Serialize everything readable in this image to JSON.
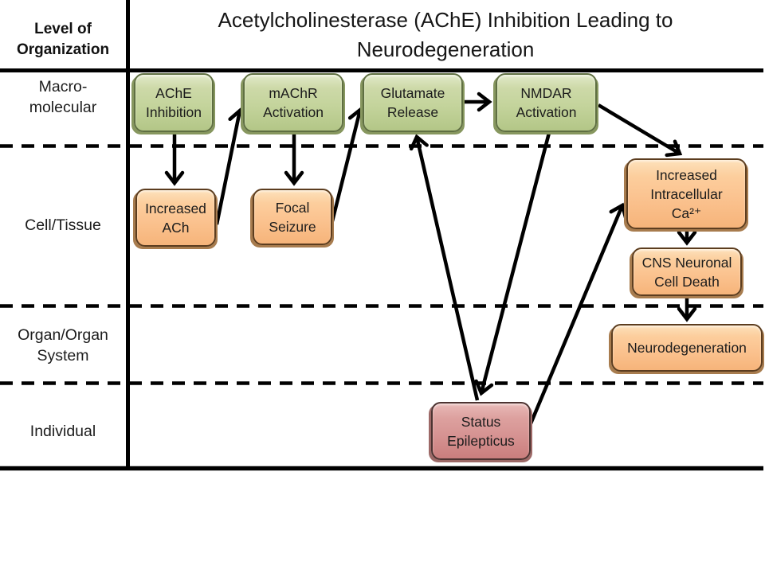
{
  "title": "Acetylcholinesterase (AChE) Inhibition Leading to\nNeurodegeneration",
  "axis": {
    "header": "Level of\nOrganization",
    "rows": [
      {
        "label": "Macro-\nmolecular"
      },
      {
        "label": "Cell/Tissue"
      },
      {
        "label": "Organ/Organ\nSystem"
      },
      {
        "label": "Individual"
      }
    ]
  },
  "nodes": {
    "ache_inhibition": {
      "label": "AChE\nInhibition",
      "level": "Macro-molecular",
      "color": "green"
    },
    "machr_activation": {
      "label": "mAChR\nActivation",
      "level": "Macro-molecular",
      "color": "green"
    },
    "glutamate_release": {
      "label": "Glutamate\nRelease",
      "level": "Macro-molecular",
      "color": "green"
    },
    "nmdar_activation": {
      "label": "NMDAR\nActivation",
      "level": "Macro-molecular",
      "color": "green"
    },
    "increased_ach": {
      "label": "Increased\nACh",
      "level": "Cell/Tissue",
      "color": "orange"
    },
    "focal_seizure": {
      "label": "Focal\nSeizure",
      "level": "Cell/Tissue",
      "color": "orange"
    },
    "increased_intracellular_ca": {
      "label": "Increased\nIntracellular\nCa²⁺",
      "level": "Cell/Tissue",
      "color": "orange"
    },
    "cns_neuronal_cell_death": {
      "label": "CNS Neuronal\nCell Death",
      "level": "Cell/Tissue",
      "color": "orange"
    },
    "neurodegeneration": {
      "label": "Neurodegeneration",
      "level": "Organ/Organ System",
      "color": "orange"
    },
    "status_epilepticus": {
      "label": "Status\nEpilepticus",
      "level": "Individual",
      "color": "red"
    }
  },
  "edges": [
    {
      "from": "AChE Inhibition",
      "to": "Increased ACh"
    },
    {
      "from": "Increased ACh",
      "to": "mAChR Activation"
    },
    {
      "from": "mAChR Activation",
      "to": "Focal Seizure"
    },
    {
      "from": "Focal Seizure",
      "to": "Glutamate Release"
    },
    {
      "from": "Glutamate Release",
      "to": "NMDAR Activation"
    },
    {
      "from": "NMDAR Activation",
      "to": "Increased Intracellular Ca²⁺"
    },
    {
      "from": "NMDAR Activation",
      "to": "Status Epilepticus"
    },
    {
      "from": "Status Epilepticus",
      "to": "Glutamate Release"
    },
    {
      "from": "Status Epilepticus",
      "to": "Increased Intracellular Ca²⁺"
    },
    {
      "from": "Increased Intracellular Ca²⁺",
      "to": "CNS Neuronal Cell Death"
    },
    {
      "from": "CNS Neuronal Cell Death",
      "to": "Neurodegeneration"
    }
  ],
  "colors": {
    "background": "#ffffff",
    "line": "#000000",
    "node_green_fill": "#c4d49c",
    "node_green_border": "#5f6f42",
    "node_orange_fill": "#fbc390",
    "node_orange_border": "#5c3d1f",
    "node_red_fill": "#d69392",
    "node_red_border": "#4c3331",
    "text": "#1c1c1c"
  }
}
